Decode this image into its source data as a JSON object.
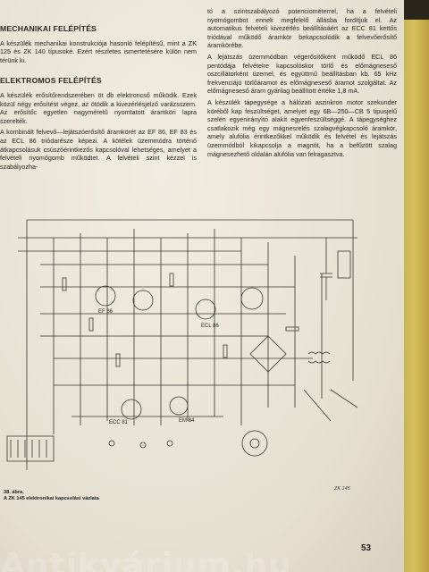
{
  "left_column": {
    "section1_title": "MECHANIKAI FELÉPÍTÉS",
    "section1_text": "A készülék mechanikai konstrukciója hasonló felépítésű, mint a ZK 125 és ZK 140 típusoké. Ezért részletes ismertetésére külön nem térünk ki.",
    "section2_title": "ELEKTROMOS FELÉPÍTÉS",
    "section2_p1": "A készülék erősítőrendszerében öt db elektroncső működik. Ezek közül négy erősítést végez, az ötödik a kivezérlésjelző varázsszem. Az erősítőc egyetlen nagyméretű nyomtatott áramköri lapra szerelték.",
    "section2_p2": "A kombinált felvevő—lejátszóerősítő áramkörét az EF 86, EF 83 és az ECL 86 triódarésze képezi. A kötélek üzemmódra történő átkapcsolásuk csúszóérintkezős kapcsolóval lehetséges, amelyet a felvételi nyomógomb működtet. A felvételi szint kézzel is szabályozha-"
  },
  "right_column": {
    "p1": "tó a szintszabályozó potenciométerrel, ha a felvételi nyomógombot ennek megfelelő állásba fordítjuk el. Az automatikus felvételi kivezérlés beállításáért az ECC 81 kettős triódával működő áramkör bekapcsolódik a felvevőerősítő áramkörébe.",
    "p2": "A lejátszás üzemmódban végerősítőként működő ECL 86 pentódája felvételre kapcsolóskor törlő és előmágneseső oszcillátorként üzemel, és együttmű beállításban kb. 65 kHz frekvenciájú törlőáramot és előmágneseső áramot szolgáltat. Az előmágneseső áram gyárilag beállított értéke 1,8 mA.",
    "p3": "A készülék tápegysége a hálózati aszinkron motor szekunder köréből kap feszültséget, amelyet egy 6B—250—CB 5 tipusjelű szelén egyenirányító alakít egyenfeszültséggé. A tápegységhez csatlakozik még egy mágnesrelés szalagvégkapcsoló áramkör, amely alufólia érintkezőkkel működik és felvétel és lejátszás üzemmódból kikapcsolja a magnót, ha a befűzött szalag mágnesezhető oldalán alufólia van felragasztva."
  },
  "schematic": {
    "labels": [
      "ECC 81",
      "EF 86",
      "ECL 86",
      "EM 84"
    ]
  },
  "caption": {
    "line1": "38. ábra.",
    "line2": "A ZK 145 elektronikai kapcsolási vázlata"
  },
  "signature": "ZK 145",
  "page_number": "53",
  "watermark": "Antikvárium.hu",
  "colors": {
    "paper": "#ece7d9",
    "ink": "#2a2622",
    "binding": "#c9b35a"
  }
}
